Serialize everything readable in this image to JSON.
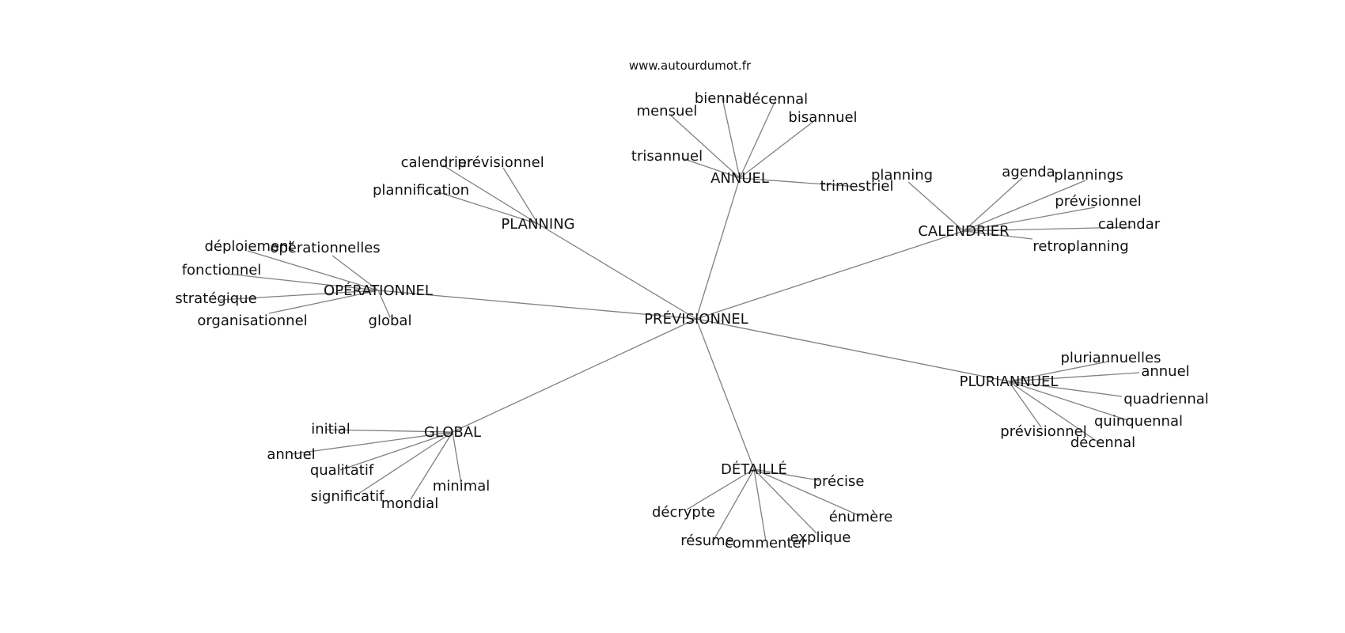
{
  "source": "www.autourdumot.fr",
  "colors": {
    "edge": "#808080",
    "text": "#111111",
    "background": "#ffffff"
  },
  "graph": {
    "center": "PRÉVISIONNEL",
    "groups": [
      {
        "hub": "ANNUEL",
        "words": [
          "mensuel",
          "biennal",
          "décennal",
          "bisannuel",
          "trisannuel",
          "trimestriel"
        ]
      },
      {
        "hub": "PLANNING",
        "words": [
          "calendrier",
          "prévisionnel",
          "plannification"
        ]
      },
      {
        "hub": "CALENDRIER",
        "words": [
          "planning",
          "agenda",
          "plannings",
          "prévisionnel",
          "calendar",
          "retroplanning"
        ]
      },
      {
        "hub": "OPÉRATIONNEL",
        "words": [
          "déploiement",
          "opérationnelles",
          "fonctionnel",
          "stratégique",
          "organisationnel",
          "global"
        ]
      },
      {
        "hub": "PLURIANNUEL",
        "words": [
          "pluriannuelles",
          "annuel",
          "quadriennal",
          "quinquennal",
          "prévisionnel",
          "décennal"
        ]
      },
      {
        "hub": "GLOBAL",
        "words": [
          "initial",
          "annuel",
          "qualitatif",
          "significatif",
          "mondial",
          "minimal"
        ]
      },
      {
        "hub": "DÉTAILLÉ",
        "words": [
          "précise",
          "énumère",
          "décrypte",
          "résume",
          "commenter",
          "explique"
        ]
      }
    ]
  }
}
